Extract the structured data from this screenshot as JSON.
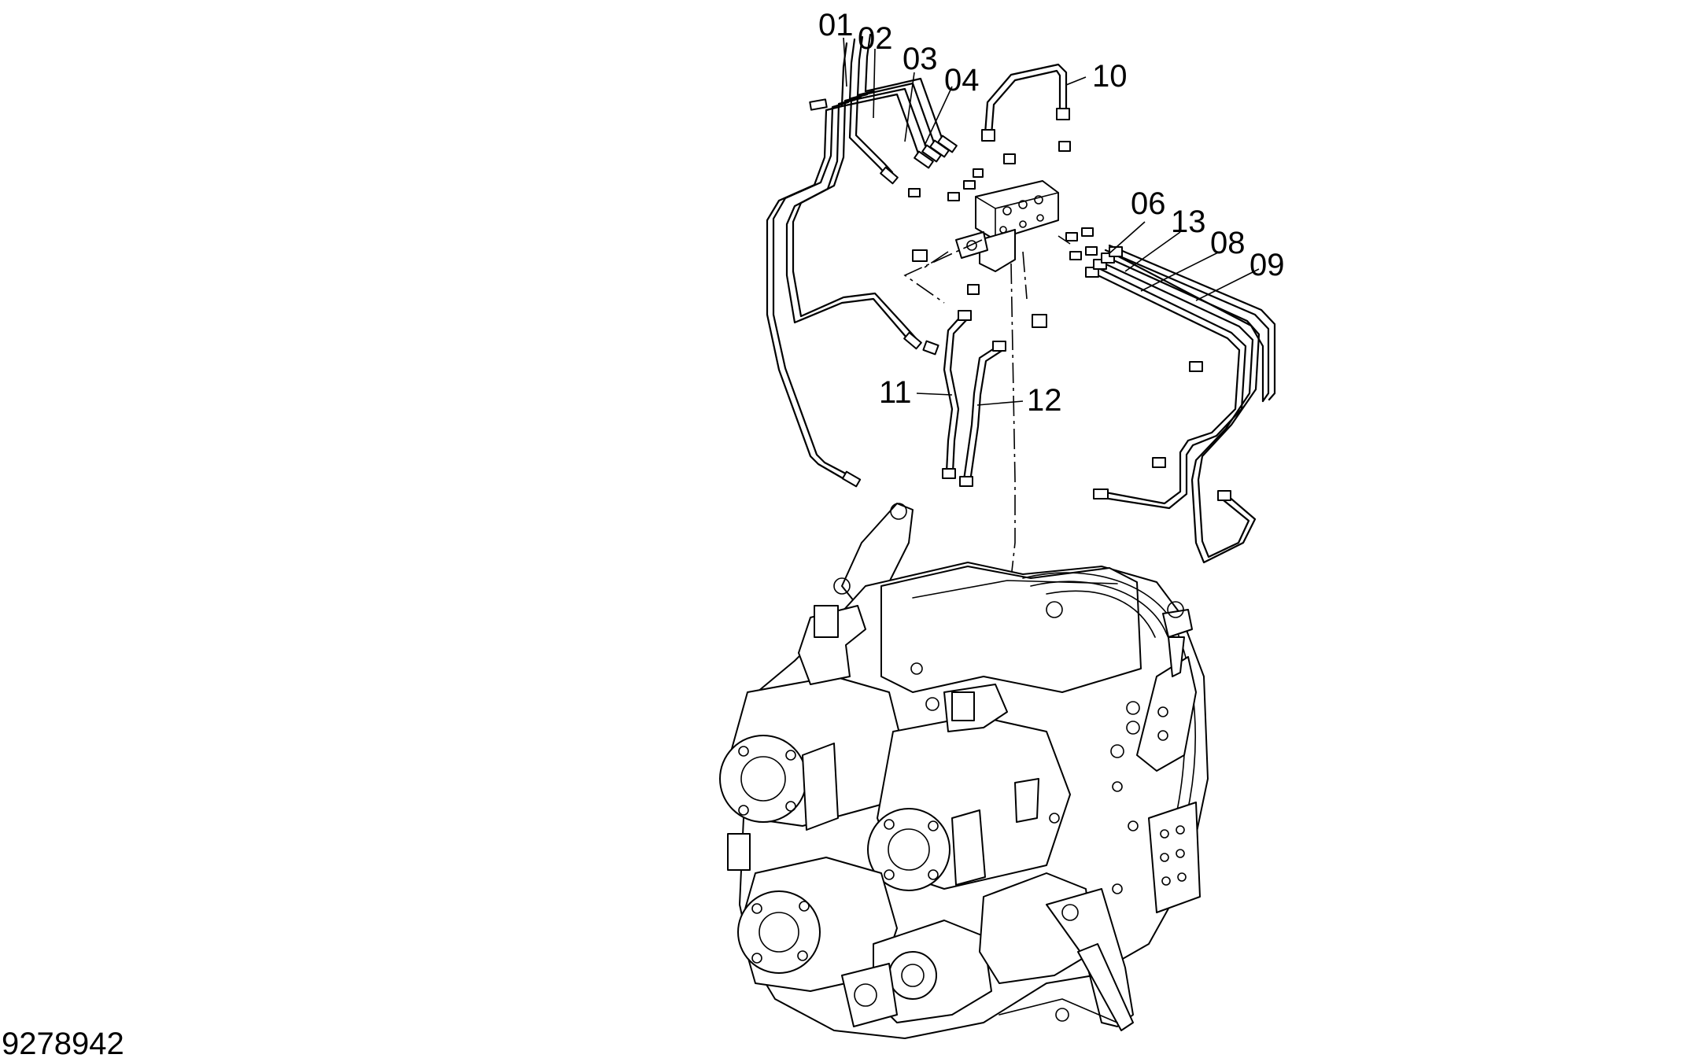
{
  "diagram": {
    "drawing_id": "9278942",
    "callouts": [
      {
        "id": "c01",
        "text": "01"
      },
      {
        "id": "c02",
        "text": "02"
      },
      {
        "id": "c03",
        "text": "03"
      },
      {
        "id": "c04",
        "text": "04"
      },
      {
        "id": "c10",
        "text": "10"
      },
      {
        "id": "c06",
        "text": "06"
      },
      {
        "id": "c13",
        "text": "13"
      },
      {
        "id": "c08",
        "text": "08"
      },
      {
        "id": "c09",
        "text": "09"
      },
      {
        "id": "c11",
        "text": "11"
      },
      {
        "id": "c12",
        "text": "12"
      }
    ]
  }
}
